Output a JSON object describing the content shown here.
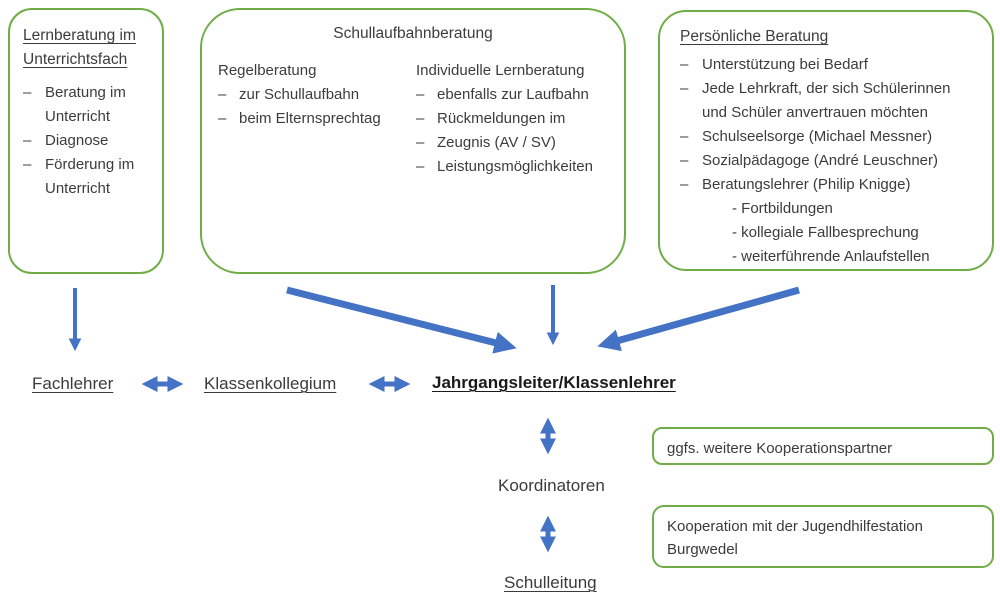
{
  "colors": {
    "box_border_green": "#70AD47",
    "arrow_blue": "#4472C4",
    "text": "#3C3C3C",
    "background": "#FFFFFF"
  },
  "bullet": "–",
  "boxes": {
    "lernberatung": {
      "title": "Lernberatung im Unterrichtsfach",
      "items": [
        "Beratung im Unterricht",
        "Diagnose",
        "Förderung im Unterricht"
      ]
    },
    "schullaufbahnberatung": {
      "title": "Schullaufbahnberatung",
      "regelberatung": {
        "heading": "Regelberatung",
        "items": [
          "zur Schullaufbahn",
          "beim Elternsprechtag"
        ]
      },
      "individuelle": {
        "heading": "Individuelle Lernberatung",
        "items": [
          "ebenfalls zur Laufbahn",
          "Rückmeldungen im",
          "Zeugnis (AV / SV)",
          "Leistungsmöglichkeiten"
        ]
      }
    },
    "persoenliche": {
      "title": "Persönliche Beratung",
      "items": [
        "Unterstützung bei Bedarf",
        "Jede Lehrkraft, der sich Schülerinnen und Schüler anvertrauen möchten",
        "Schulseelsorge (Michael Messner)",
        "Sozialpädagoge (André Leuschner)",
        "Beratungslehrer (Philip Knigge)"
      ],
      "sub_items": [
        "- Fortbildungen",
        "- kollegiale Fallbesprechung",
        "- weiterführende Anlaufstellen"
      ]
    }
  },
  "hierarchy": {
    "fachlehrer": "Fachlehrer",
    "klassenkollegium": "Klassenkollegium",
    "jahrgangsleiter": "Jahrgangsleiter/Klassenlehrer",
    "koordinatoren": "Koordinatoren",
    "schulleitung": "Schulleitung"
  },
  "side_boxes": {
    "partners": "ggfs. weitere Kooperationspartner",
    "jugendhilfe": "Kooperation mit der Jugendhilfestation Burgwedel"
  }
}
